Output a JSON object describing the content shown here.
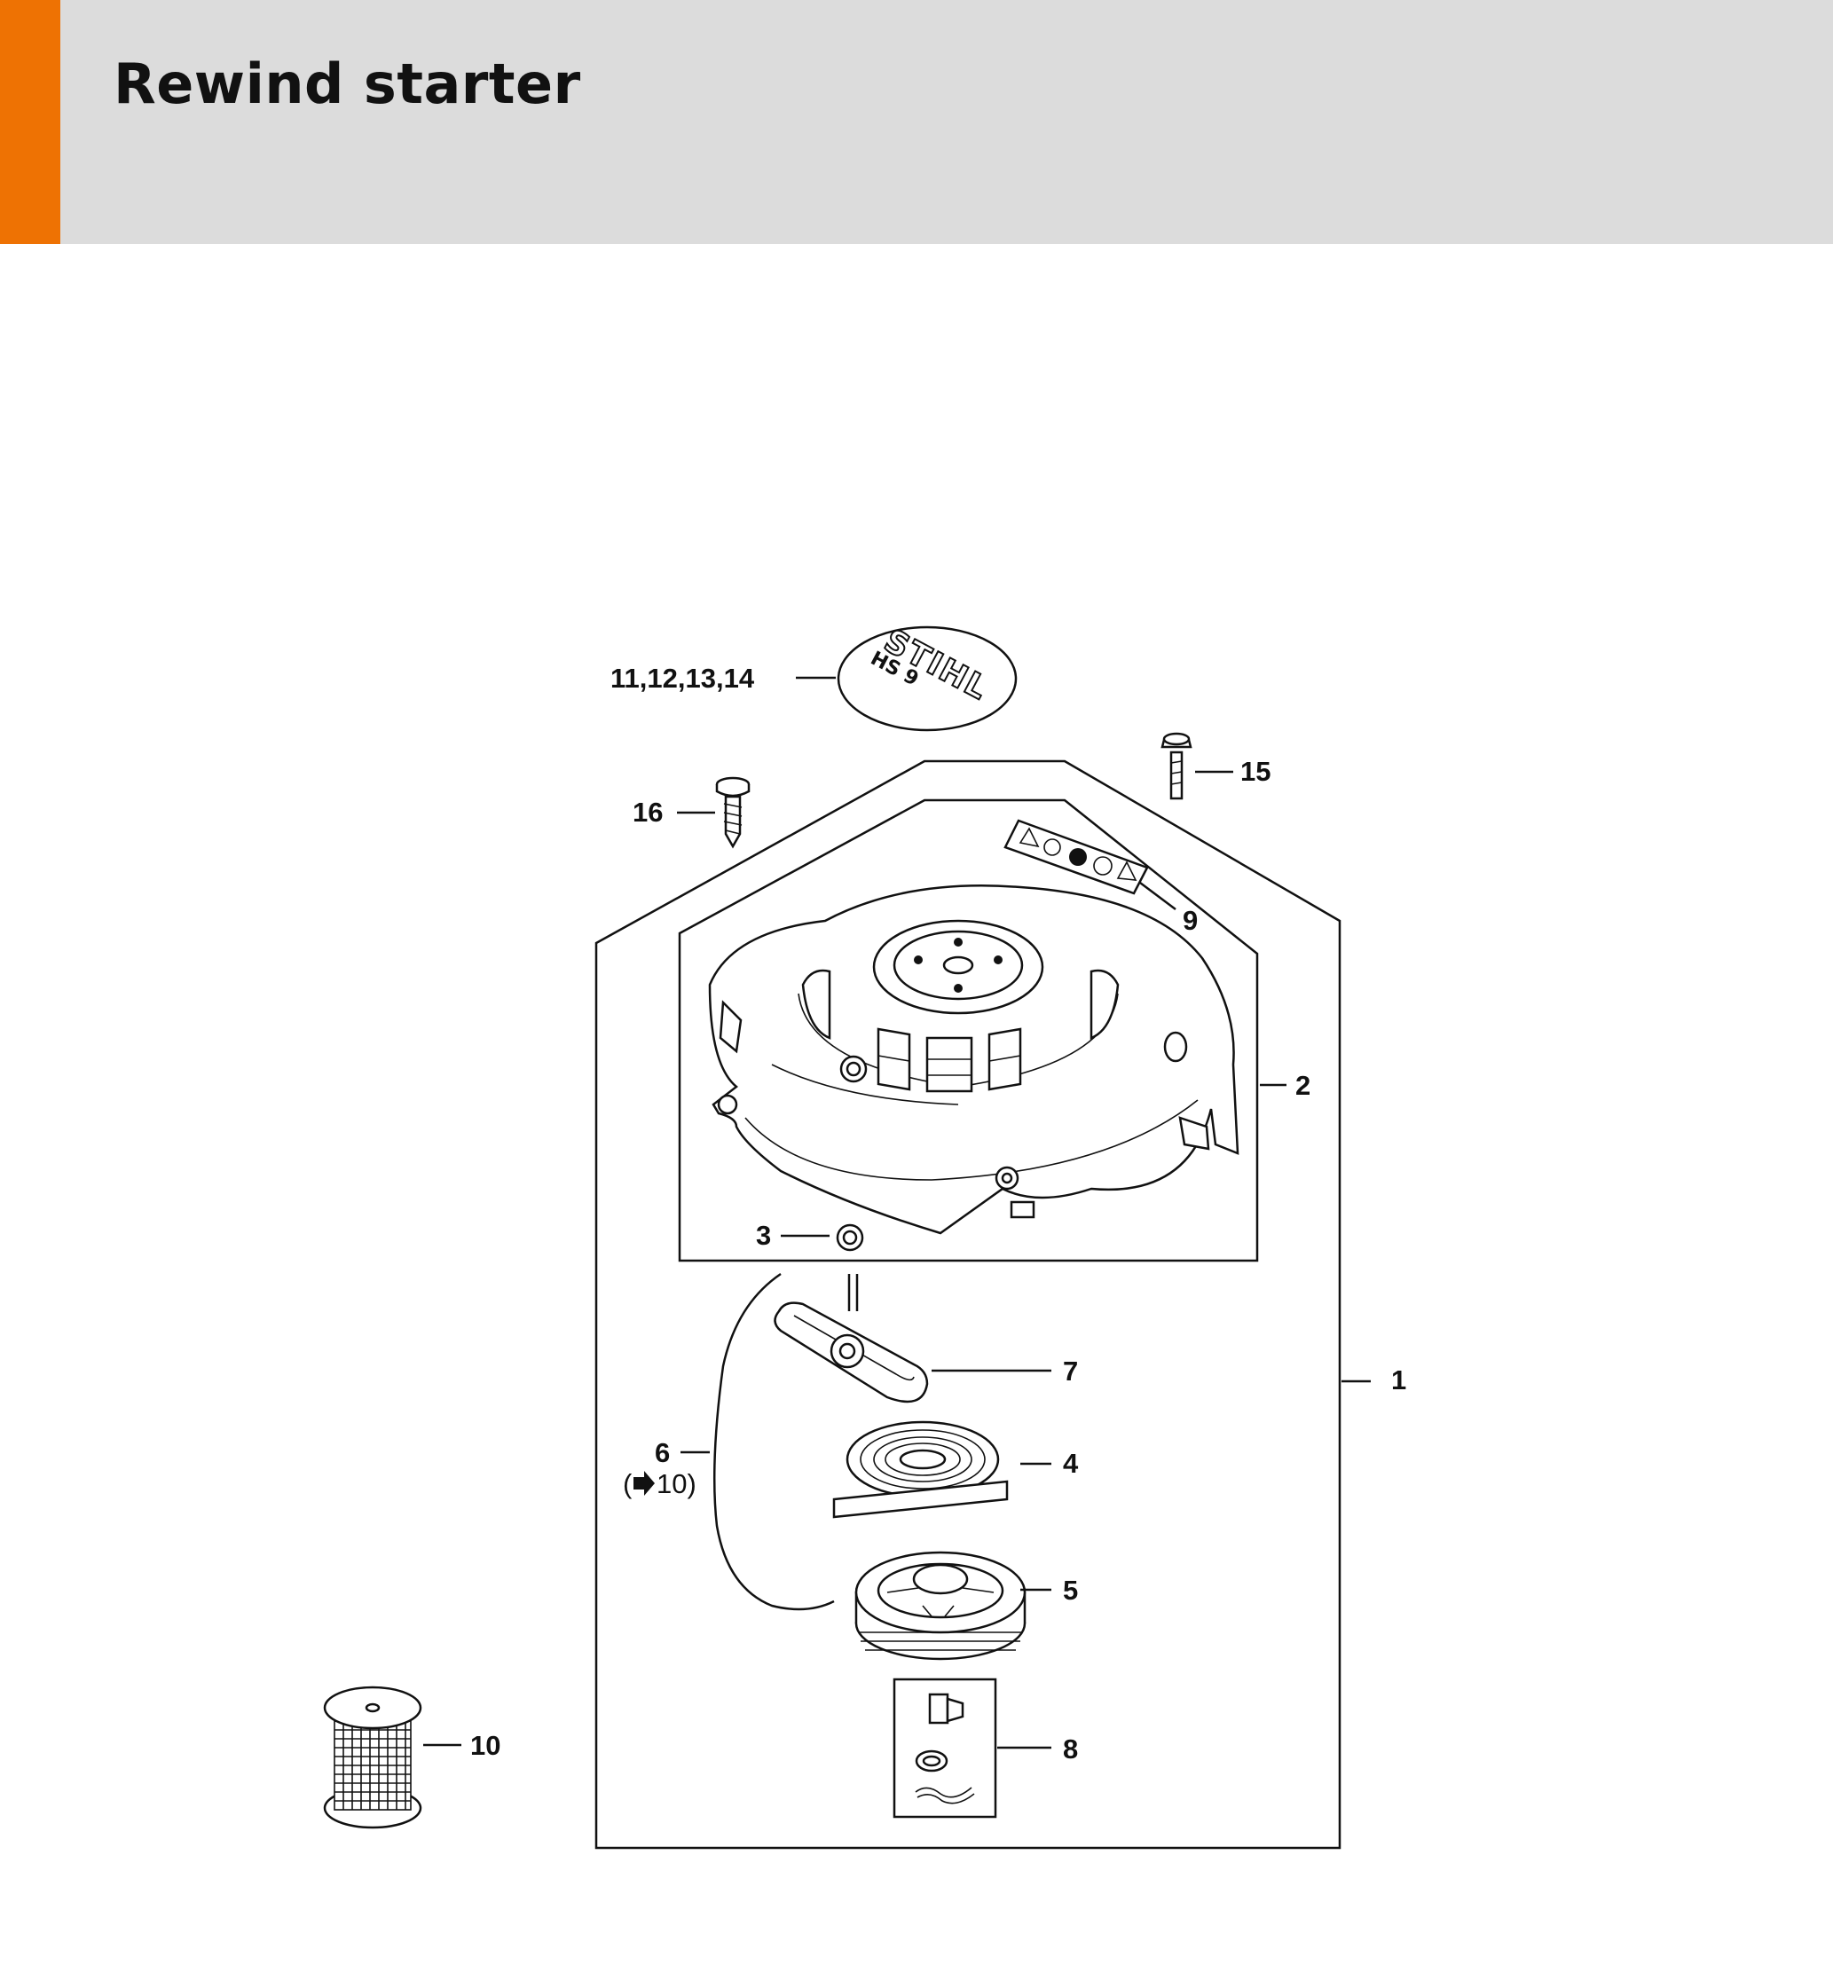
{
  "header": {
    "title": "Rewind starter",
    "accent_color": "#ee7203",
    "background_color": "#dcdcdc"
  },
  "diagram": {
    "callouts": {
      "c1": "1",
      "c2": "2",
      "c3": "3",
      "c4": "4",
      "c5": "5",
      "c6": "6",
      "c6_ref": "10)",
      "c7": "7",
      "c8": "8",
      "c9": "9",
      "c10": "10",
      "c11_14": "11,12,13,14",
      "c15": "15",
      "c16": "16"
    },
    "logo": {
      "brand": "STIHL",
      "model": "HS 9"
    },
    "icons": [
      "arrow-right-icon"
    ]
  }
}
